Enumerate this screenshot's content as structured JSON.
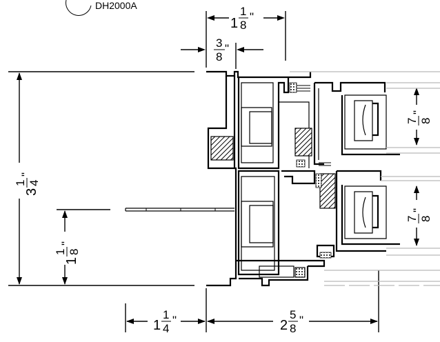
{
  "callout": {
    "code": "DH2000A"
  },
  "dimensions": {
    "top_overall": {
      "whole": "1",
      "num": "1",
      "den": "8",
      "unit": "\""
    },
    "top_small": {
      "num": "3",
      "den": "8",
      "unit": "\""
    },
    "left_height": {
      "whole": "3",
      "num": "1",
      "den": "4",
      "unit": "\""
    },
    "left_lower": {
      "whole": "1",
      "num": "1",
      "den": "8",
      "unit": "\""
    },
    "right_upper_glass": {
      "num": "7",
      "den": "8",
      "unit": "\""
    },
    "right_lower_glass": {
      "num": "7",
      "den": "8",
      "unit": "\""
    },
    "bottom_left": {
      "whole": "1",
      "num": "1",
      "den": "4",
      "unit": "\""
    },
    "bottom_right": {
      "whole": "2",
      "num": "5",
      "den": "8",
      "unit": "\""
    }
  }
}
